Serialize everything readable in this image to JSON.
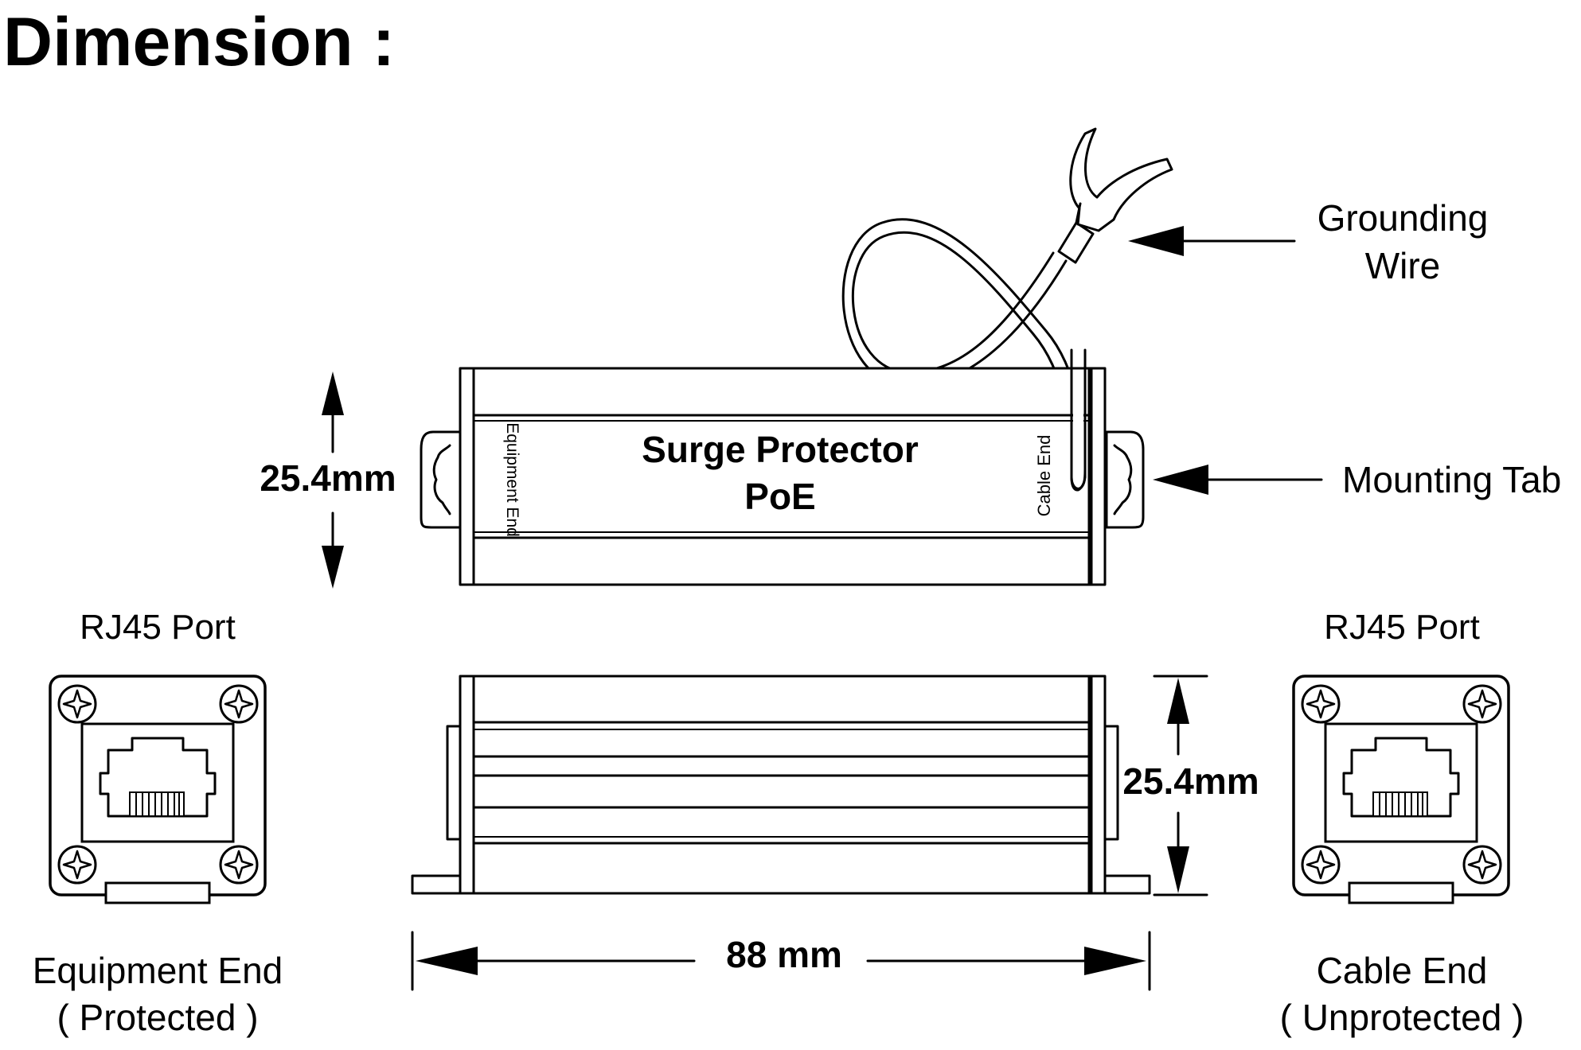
{
  "title": "Dimension :",
  "labels": {
    "grounding_line1": "Grounding",
    "grounding_line2": "Wire",
    "mounting_tab": "Mounting Tab",
    "product_line1": "Surge Protector",
    "product_line2": "PoE",
    "equipment_end_side": "Equipment End",
    "cable_end_side": "Cable End",
    "height_top": "25.4mm",
    "height_side": "25.4mm",
    "length": "88 mm",
    "rj45_left": "RJ45 Port",
    "rj45_right": "RJ45 Port",
    "left_port_line1": "Equipment End",
    "left_port_line2": "( Protected )",
    "right_port_line1": "Cable End",
    "right_port_line2": "( Unprotected )"
  }
}
